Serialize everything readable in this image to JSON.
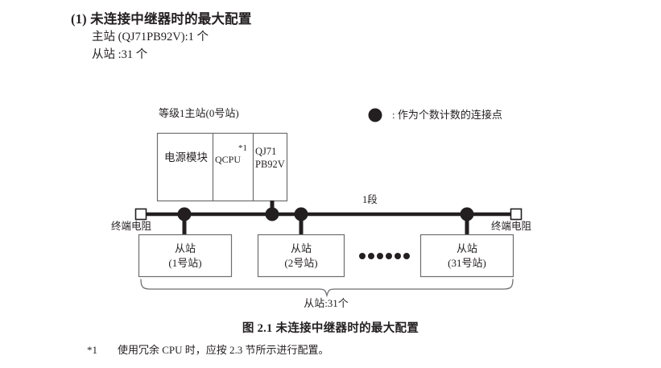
{
  "heading": {
    "number": "(1)",
    "title": "未连接中继器时的最大配置",
    "line_master": "主站 (QJ71PB92V):1 个",
    "line_slave": "从站 :31 个"
  },
  "legend": {
    "marker": "filled-circle",
    "text": ": 作为个数计数的连接点"
  },
  "diagram": {
    "master_rack_title": "等级1主站(0号站)",
    "modules": [
      {
        "name": "power-module",
        "label": "电源模块"
      },
      {
        "name": "qcpu-module",
        "label": "QCPU",
        "footnote_mark": "*1"
      },
      {
        "name": "qj71pb92v-module",
        "label_line1": "QJ71",
        "label_line2": "PB92V"
      }
    ],
    "segment_label": "1段",
    "terminator_left": "终端电阻",
    "terminator_right": "终端电阻",
    "slaves": [
      {
        "name": "slave-station-1",
        "line1": "从站",
        "line2": "(1号站)"
      },
      {
        "name": "slave-station-2",
        "line1": "从站",
        "line2": "(2号站)"
      },
      {
        "name": "slave-station-31",
        "line1": "从站",
        "line2": "(31号站)"
      }
    ],
    "ellipsis_dot_count": 6,
    "brace_label": "从站:31个"
  },
  "figure_caption": "图 2.1  未连接中继器时的最大配置",
  "footnote": {
    "mark": "*1",
    "text": "使用冗余 CPU 时，应按 2.3 节所示进行配置。"
  },
  "colors": {
    "ink": "#231f20",
    "box_stroke": "#6d6e71",
    "bus": "#231f20",
    "background": "#ffffff"
  }
}
